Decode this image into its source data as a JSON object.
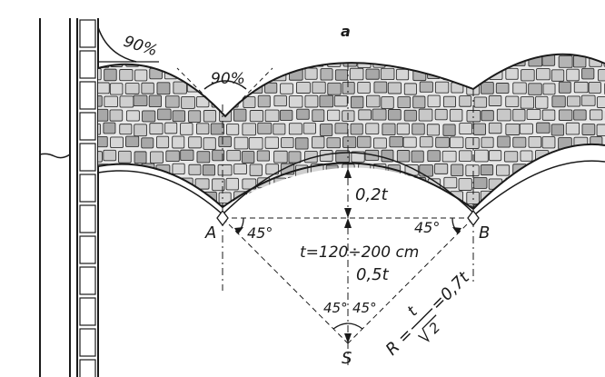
{
  "figure_label": "a",
  "angles": {
    "wall_corner": "90%",
    "arch_crown": "90%",
    "at_A": "45°",
    "at_B": "45°",
    "at_S_left": "45°",
    "at_S_right": "45°"
  },
  "points": {
    "A": "A",
    "B": "B",
    "S": "S"
  },
  "dimensions": {
    "rise": "0,2t",
    "span": "t=120÷200 cm",
    "depth": "0,5t"
  },
  "radius_formula": {
    "lhs": "R =",
    "numerator": "t",
    "denominator": "2",
    "rhs": "=0,7t"
  },
  "colors": {
    "ink": "#1a1a1a",
    "paper": "#ffffff",
    "stone_fill": "#bdbdbd",
    "stone_dark": "#555555"
  }
}
